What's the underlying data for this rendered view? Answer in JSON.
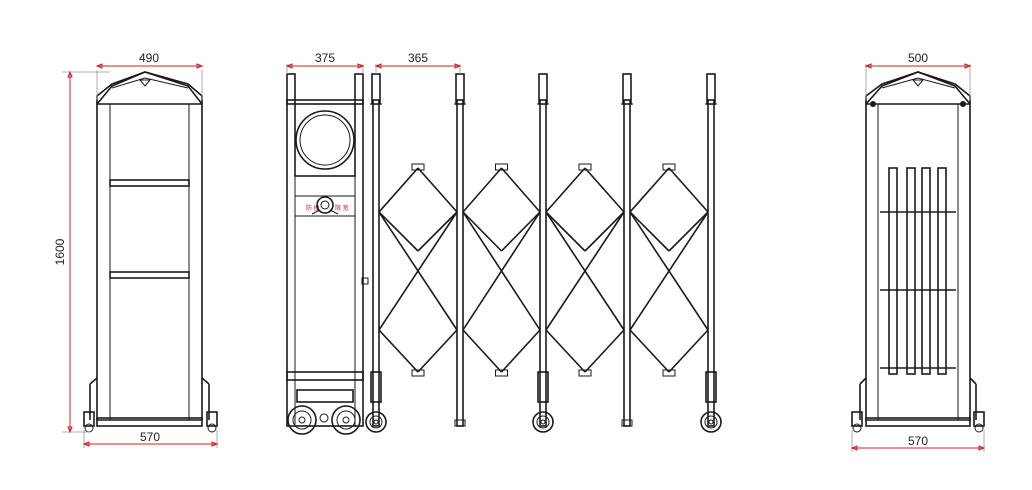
{
  "colors": {
    "line": "#1a1a1a",
    "dimension": "#d0202a",
    "background": "#ffffff"
  },
  "dimensions": {
    "front_top_width": "490",
    "front_height": "1600",
    "front_base_width": "570",
    "head_width": "375",
    "section_pitch": "365",
    "back_top_width": "500",
    "back_base_width": "570"
  },
  "label_panel": {
    "left_text": "防 撞",
    "right_text": "限 宽"
  }
}
